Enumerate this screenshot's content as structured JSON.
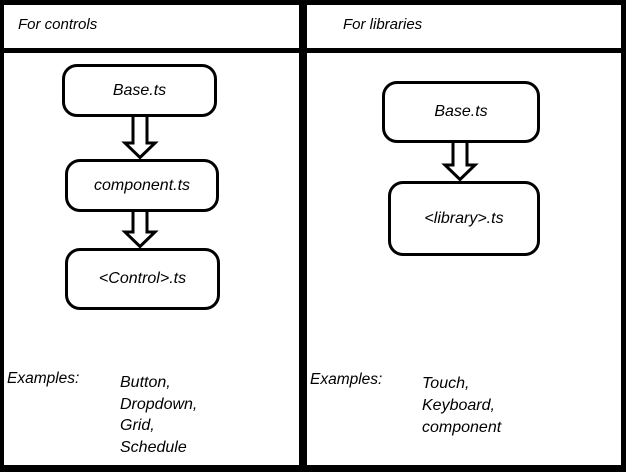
{
  "colors": {
    "ink": "#000000",
    "paper": "#ffffff"
  },
  "panels": [
    {
      "title": "For controls",
      "boxes": [
        "Base.ts",
        "component.ts",
        "<Control>.ts"
      ],
      "examples_label": "Examples:",
      "examples": [
        "Button,",
        "Dropdown,",
        "Grid,",
        "Schedule"
      ]
    },
    {
      "title": "For libraries",
      "boxes": [
        "Base.ts",
        "<library>.ts"
      ],
      "examples_label": "Examples:",
      "examples": [
        "Touch,",
        "Keyboard,",
        "component"
      ]
    }
  ]
}
